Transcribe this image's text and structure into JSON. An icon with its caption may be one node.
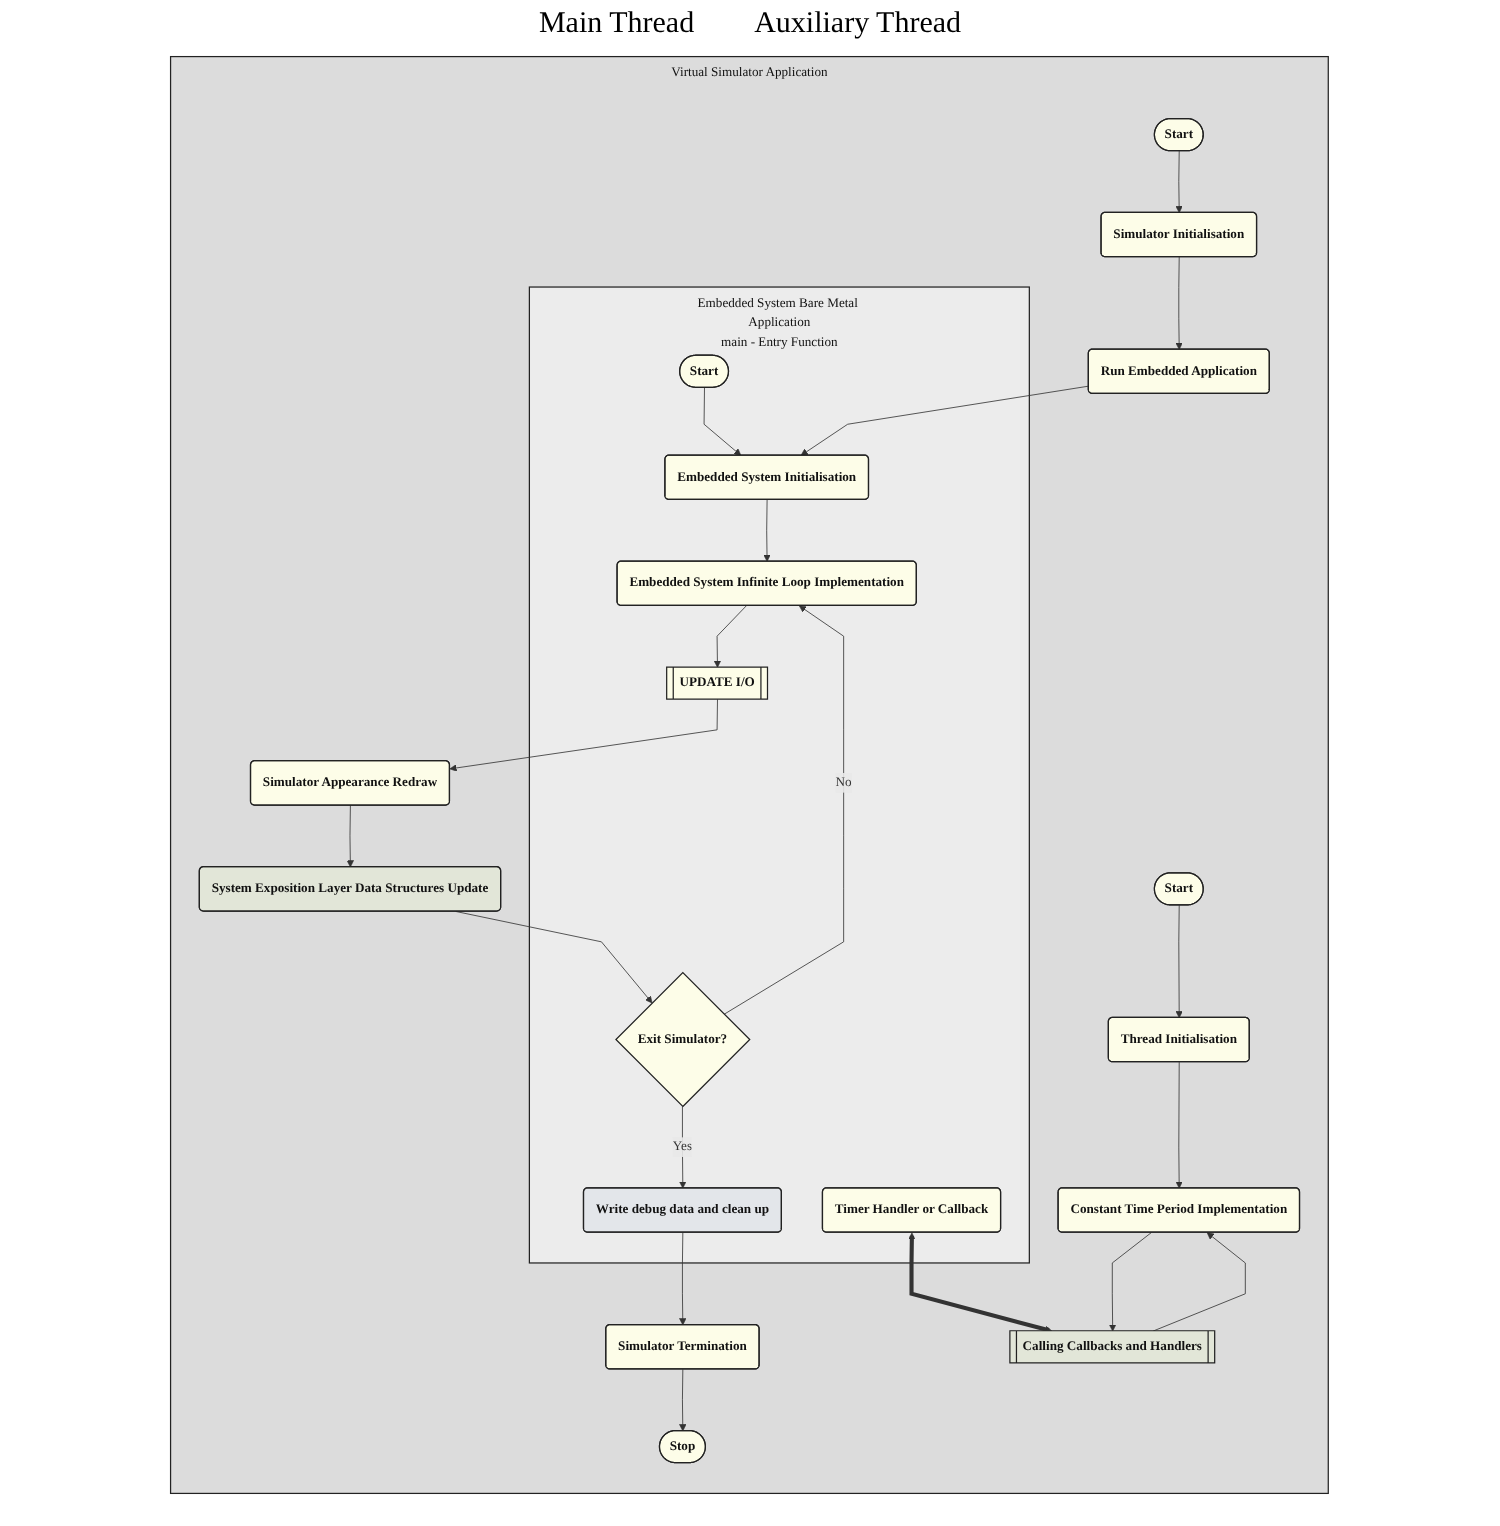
{
  "diagram": {
    "nodes": [
      {
        "text": [
          "Virtual Simulator Application"
        ]
      },
      {
        "text": [
          "Embedded System Bare Metal Application",
          "main - Entry Function"
        ],
        "in": 0
      },
      {
        "text": [
          "Start"
        ],
        "in": 0
      },
      {
        "text": [
          "Simulator Initialisation"
        ],
        "in": 0
      },
      {
        "text": [
          "Run Embedded Application"
        ],
        "in": 0
      },
      {
        "text": [
          "Simulator Appearance Redraw"
        ],
        "in": 0
      },
      {
        "text": [
          "System Exposition Layer Data Structures Update"
        ],
        "in": 0
      },
      {
        "text": [
          "Simulator Termination"
        ],
        "in": 0
      },
      {
        "text": [
          "Stop"
        ],
        "in": 0
      },
      {
        "text": [
          "Start"
        ],
        "in": 1
      },
      {
        "text": [
          "Embedded System Initialisation"
        ],
        "in": 1
      },
      {
        "text": [
          "Embedded System Infinite Loop Implementation"
        ],
        "in": 1
      },
      {
        "text": [
          "UPDATE I/O"
        ],
        "in": 1
      },
      {
        "text": [
          "Exit Simulator?"
        ],
        "in": 1
      },
      {
        "text": [
          "Write debug data and clean up"
        ],
        "in": 1
      },
      {
        "text": [
          "Timer Handler or Callback"
        ],
        "in": 1
      },
      {
        "text": [
          "Start"
        ],
        "in": 0
      },
      {
        "text": [
          "Thread Initialisation"
        ],
        "in": 0
      },
      {
        "text": [
          "Constant Time Period Implementation"
        ],
        "in": 0
      },
      {
        "text": [
          "Calling Callbacks and Handlers"
        ],
        "in": 0
      }
    ],
    "edges": [
      {
        "from": 2,
        "to": 3,
        "arrow": "to"
      },
      {
        "from": 3,
        "to": 4,
        "arrow": "to"
      },
      {
        "from": 4,
        "to": 10,
        "arrow": "to"
      },
      {
        "from": 9,
        "to": 10,
        "arrow": "to"
      },
      {
        "from": 10,
        "to": 11,
        "arrow": "to"
      },
      {
        "from": 11,
        "to": 12,
        "arrow": "to"
      },
      {
        "from": 12,
        "to": 5,
        "arrow": "to"
      },
      {
        "from": 5,
        "to": 6,
        "arrow": "to"
      },
      {
        "from": 6,
        "to": 13,
        "arrow": "to"
      },
      {
        "from": 13,
        "to": 11,
        "arrow": "to",
        "label": "No"
      },
      {
        "from": 13,
        "to": 14,
        "arrow": "to",
        "label": "Yes"
      },
      {
        "from": 14,
        "to": 7,
        "arrow": "to"
      },
      {
        "from": 7,
        "to": 8,
        "arrow": "to"
      },
      {
        "from": 16,
        "to": 17,
        "arrow": "to"
      },
      {
        "from": 17,
        "to": 18,
        "arrow": "to"
      },
      {
        "from": 18,
        "to": 19,
        "arrow": "to"
      },
      {
        "from": 19,
        "to": 18,
        "arrow": "to"
      },
      {
        "from": 15,
        "to": 19,
        "arrow": "both",
        "style": "thick"
      }
    ],
    "labels": [
      "Main Thread",
      "Auxiliary Thread"
    ]
  }
}
